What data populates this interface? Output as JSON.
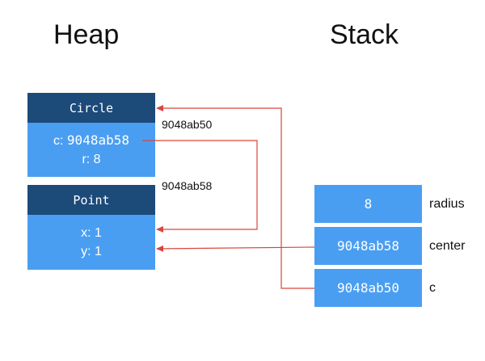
{
  "heap": {
    "title": "Heap",
    "circle": {
      "type_name": "Circle",
      "address": "9048ab50",
      "field_c_label": "c:",
      "field_c_value": "9048ab58",
      "field_r": "r: 8"
    },
    "point": {
      "type_name": "Point",
      "address": "9048ab58",
      "field_x": "x: 1",
      "field_y": "y: 1"
    }
  },
  "stack": {
    "title": "Stack",
    "cells": [
      {
        "value": "8",
        "name": "radius"
      },
      {
        "value": "9048ab58",
        "name": "center"
      },
      {
        "value": "9048ab50",
        "name": "c"
      }
    ]
  },
  "colors": {
    "header": "#1c4a79",
    "body": "#4a9ef2",
    "arrow": "#d9463b"
  }
}
